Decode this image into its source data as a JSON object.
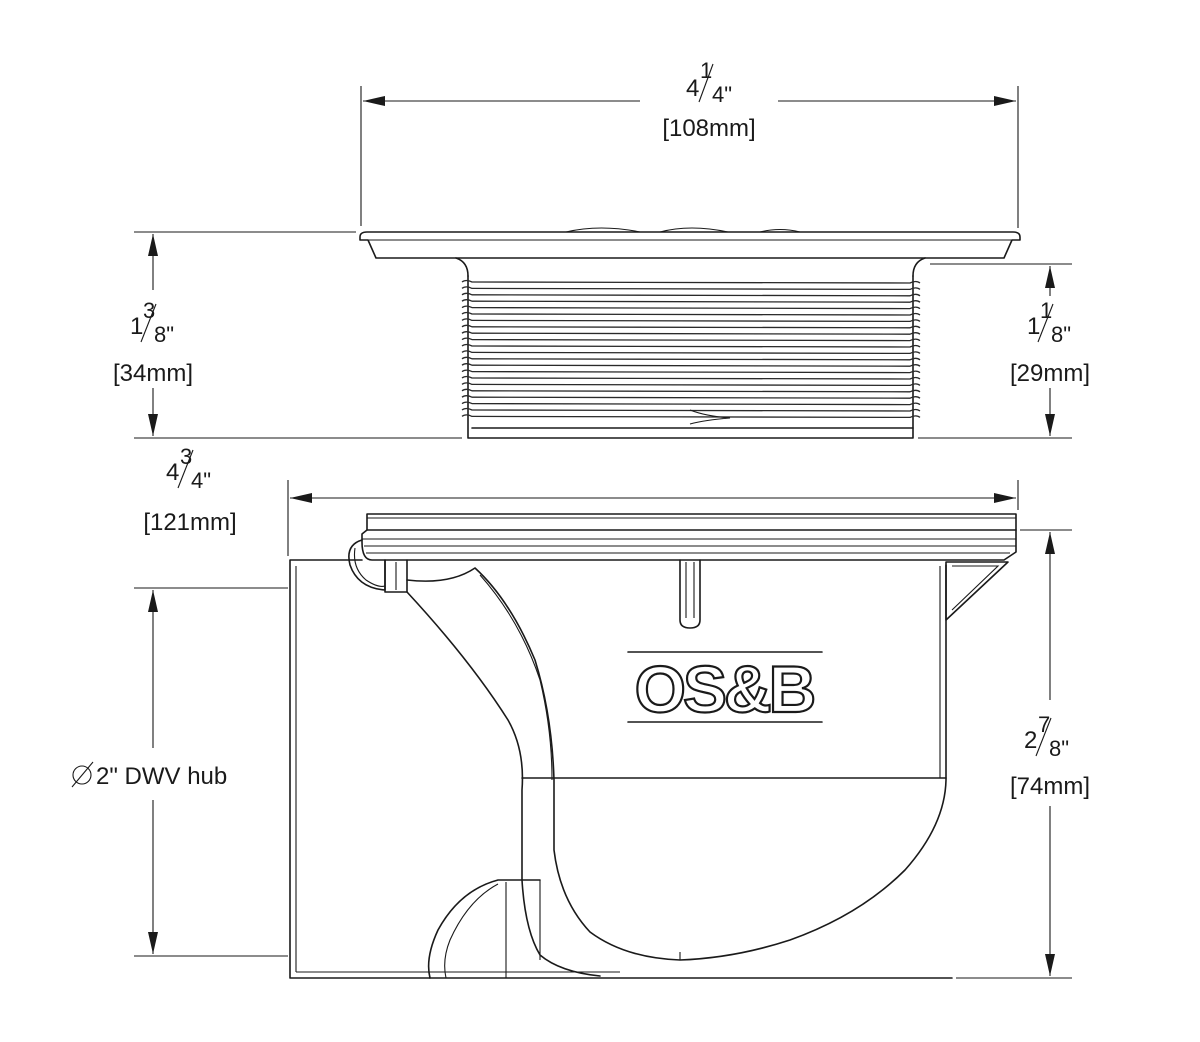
{
  "dimensions": {
    "top_width": {
      "whole": "4",
      "num": "1",
      "den": "4\"",
      "metric": "[108mm]"
    },
    "left_height": {
      "whole": "1",
      "num": "3",
      "den": "8\"",
      "metric": "[34mm]"
    },
    "right_height": {
      "whole": "1",
      "num": "1",
      "den": "8\"",
      "metric": "[29mm]"
    },
    "body_width": {
      "whole": "4",
      "num": "3",
      "den": "4\"",
      "metric": "[121mm]"
    },
    "body_height": {
      "whole": "2",
      "num": "7",
      "den": "8\"",
      "metric": "[74mm]"
    },
    "hub": {
      "label": "2\" DWV hub"
    }
  },
  "logo": {
    "text": "OS&B"
  },
  "icons": {
    "diameter": "diameter-symbol-icon"
  },
  "colors": {
    "line": "#1a1a1a",
    "background": "#ffffff"
  }
}
